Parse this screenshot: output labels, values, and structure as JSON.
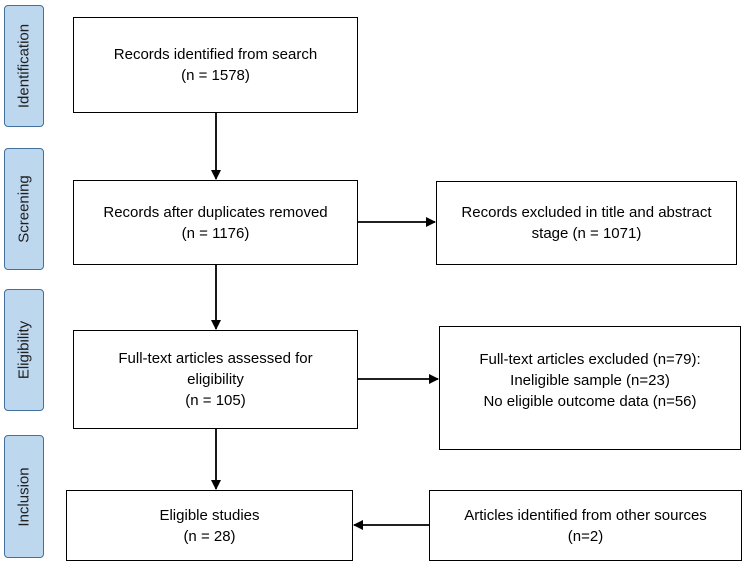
{
  "stages": [
    {
      "id": "identification",
      "label": "Identification"
    },
    {
      "id": "screening",
      "label": "Screening"
    },
    {
      "id": "eligibility",
      "label": "Eligibility"
    },
    {
      "id": "inclusion",
      "label": "Inclusion"
    }
  ],
  "boxes": {
    "identified": {
      "line1": "Records identified from search",
      "line2": "(n = 1578)"
    },
    "after_duplicates": {
      "line1": "Records after duplicates removed",
      "line2": "(n = 1176)"
    },
    "excluded_title": {
      "line1": "Records excluded in title and abstract",
      "line2": "stage (n = 1071)"
    },
    "fulltext_assessed": {
      "line1": "Full-text articles assessed for",
      "line2": "eligibility",
      "line3": "(n = 105)"
    },
    "fulltext_excluded": {
      "line1": "Full-text articles excluded (n=79):",
      "line2": "Ineligible sample (n=23)",
      "line3": "No eligible outcome data (n=56)"
    },
    "eligible": {
      "line1": "Eligible studies",
      "line2": "(n = 28)"
    },
    "other_sources": {
      "line1": "Articles identified from other sources",
      "line2": "(n=2)"
    }
  },
  "colors": {
    "stage_fill": "#bdd7ee",
    "stage_border": "#41719c",
    "box_border": "#000000"
  }
}
